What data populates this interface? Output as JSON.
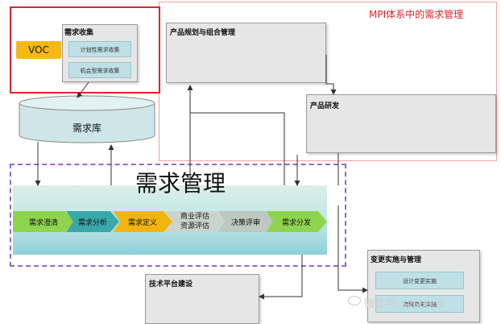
{
  "header": {
    "title": "MPI体系中的需求管理"
  },
  "collect": {
    "title": "需求收集",
    "voc": "VOC",
    "items": [
      "计划性需求收集",
      "机会型需求收集"
    ]
  },
  "repository": {
    "label": "需求库"
  },
  "portfolio": {
    "title": "产品规划与组合管理"
  },
  "rnd": {
    "title": "产品研发"
  },
  "rm": {
    "title": "需求管理",
    "steps": [
      "需求澄清",
      "需求分析",
      "需求定义",
      "商业评估\n资源评估",
      "决策评审",
      "需求分发"
    ]
  },
  "tech": {
    "title": "技术平台建设"
  },
  "change": {
    "title": "变更实施与管理",
    "items": [
      "设计变更实施",
      "流程变更实施"
    ]
  },
  "watermark": {
    "text": "微信号: szspemi"
  },
  "colors": {
    "accent_red": "#e0242b",
    "dashed_purple": "#8c6cc8",
    "step_green": "#8ed44e",
    "step_teal": "#3aa7a9",
    "step_yellow": "#f2b510",
    "step_gray": "#cbd3ce",
    "voc_yellow": "#f5b915"
  }
}
